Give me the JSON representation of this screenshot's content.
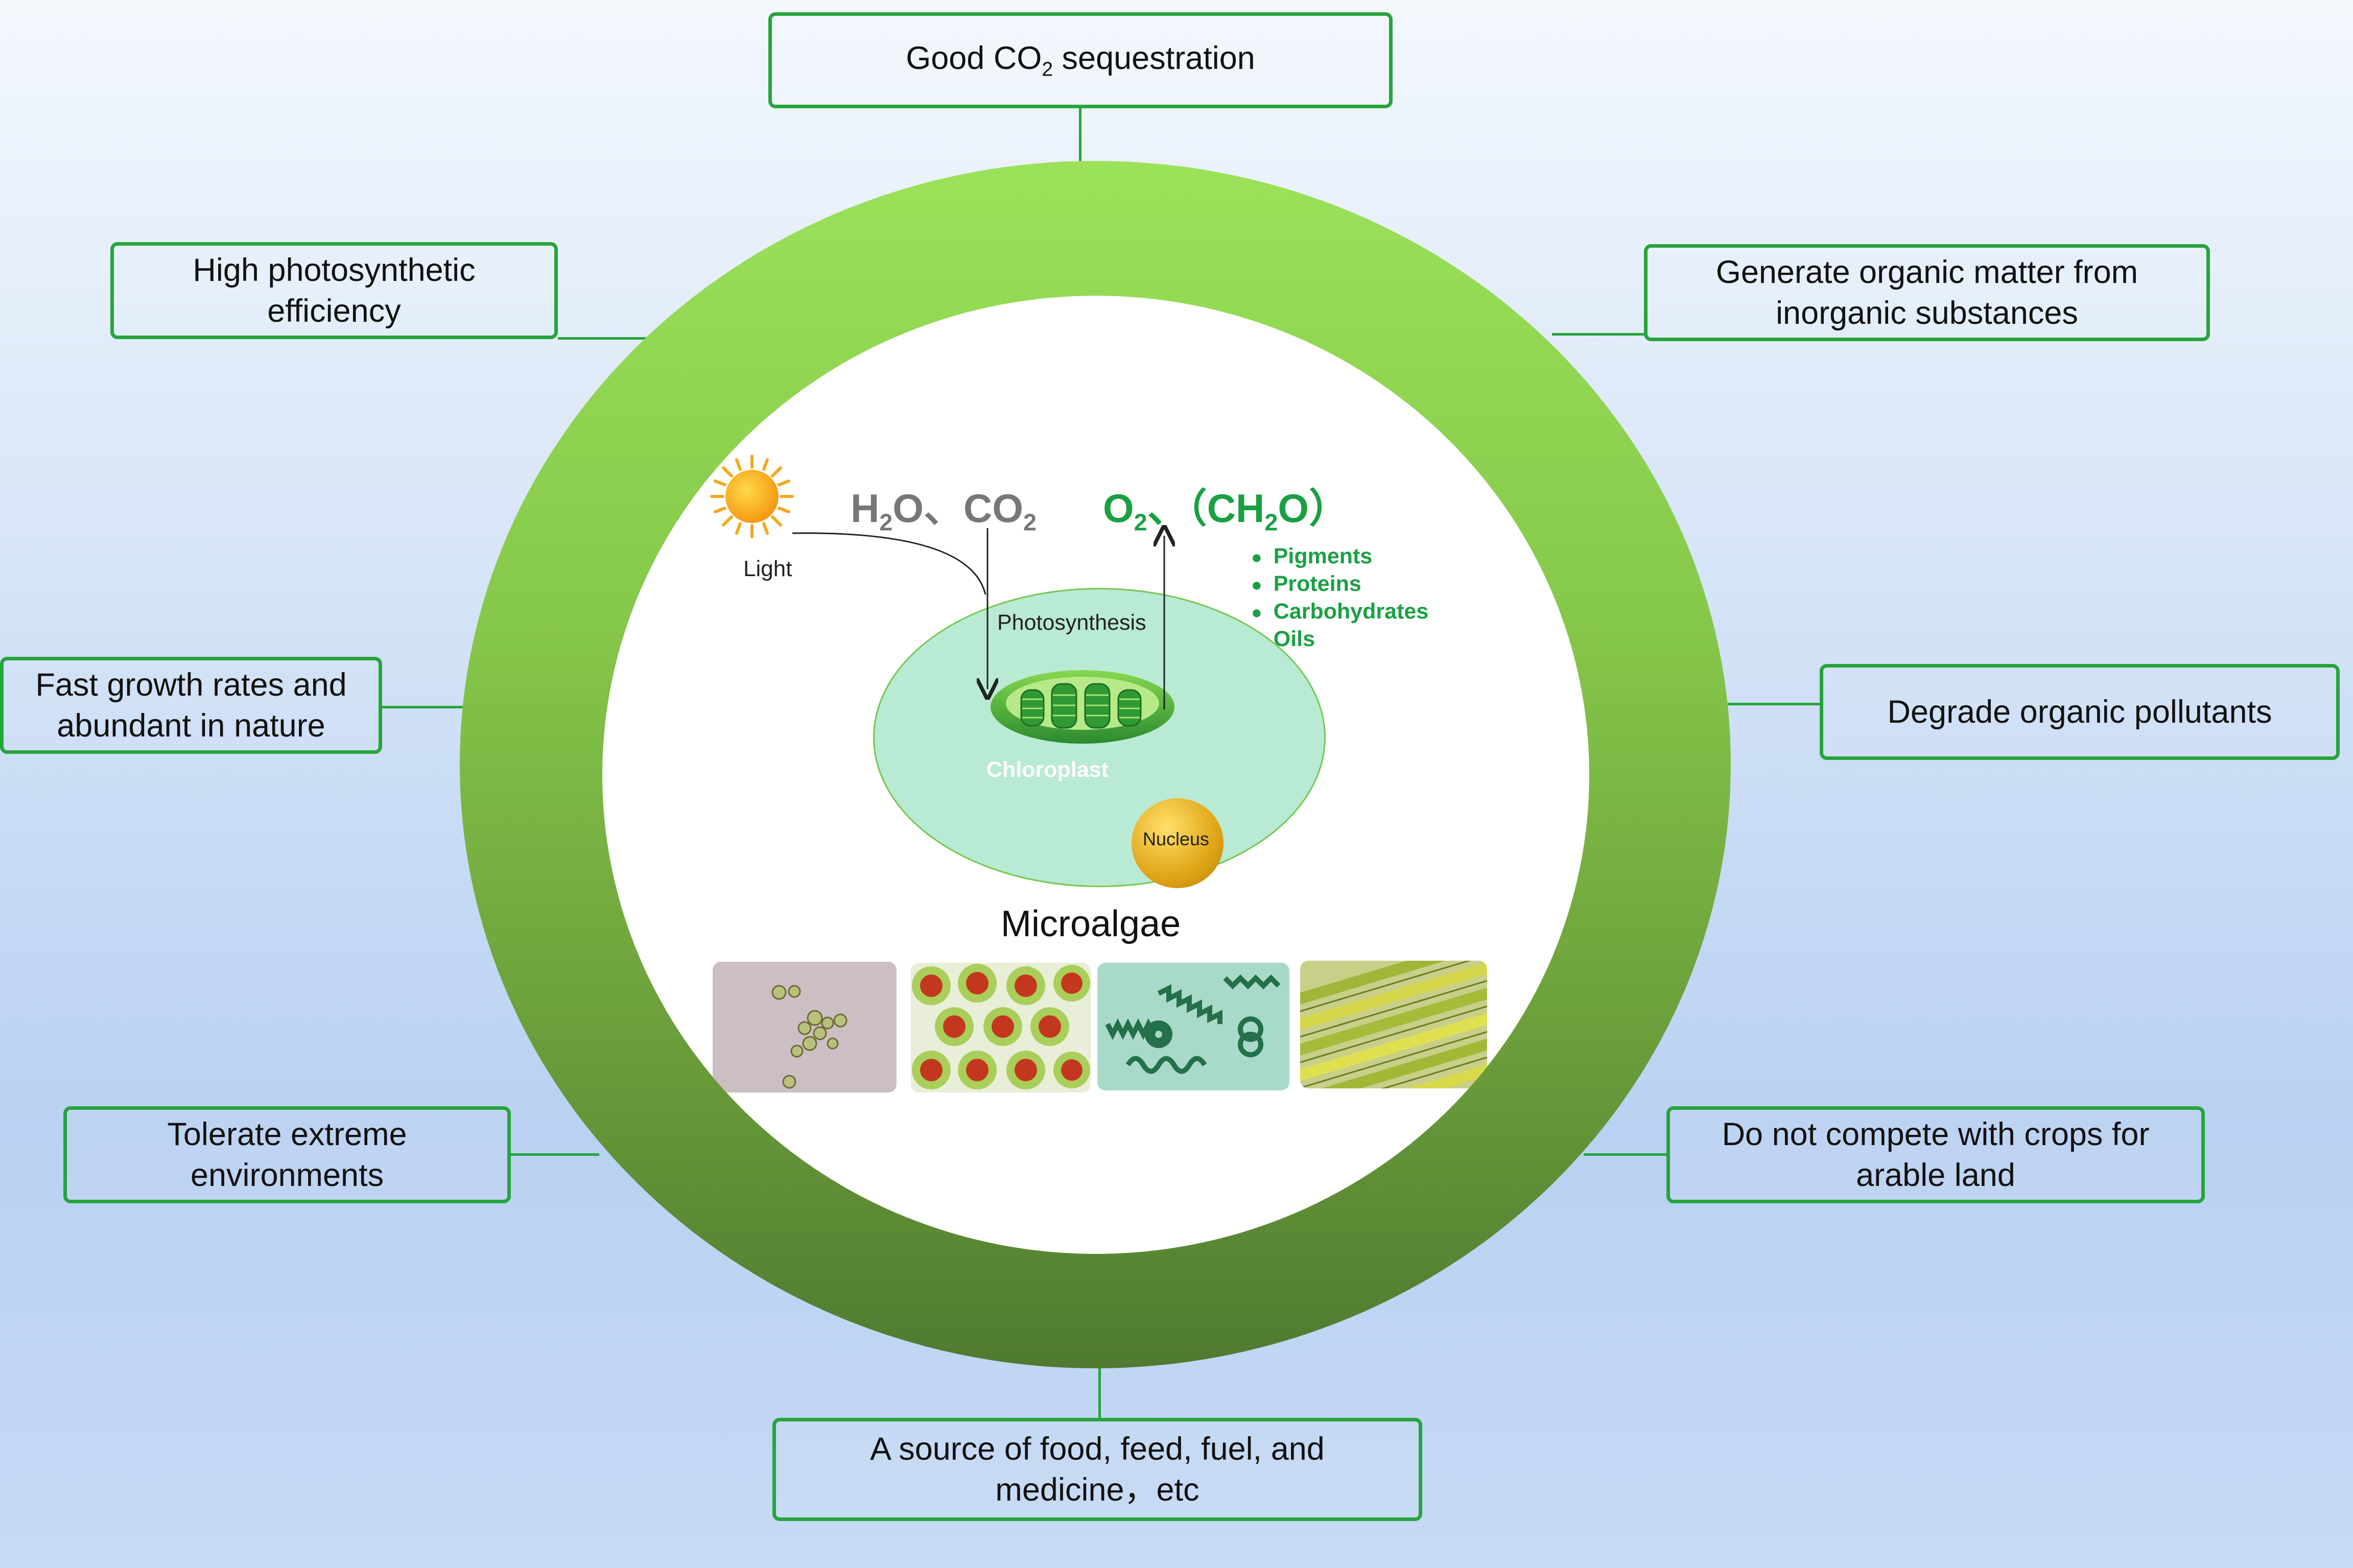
{
  "boxes": {
    "top": {
      "pre": "Good CO",
      "sub": "2",
      "post": " sequestration"
    },
    "top_left": {
      "line1": "High photosynthetic",
      "line2": "efficiency"
    },
    "top_right": {
      "line1": "Generate organic matter from",
      "line2": "inorganic substances"
    },
    "mid_left": {
      "line1": "Fast growth rates and",
      "line2": "abundant in nature"
    },
    "mid_right": {
      "line1": "Degrade organic pollutants"
    },
    "low_left": {
      "line1": "Tolerate extreme",
      "line2": "environments"
    },
    "low_right": {
      "line1": "Do not compete with crops for",
      "line2": "arable land"
    },
    "bottom": {
      "line1": "A source of food, feed, fuel, and",
      "line2": "medicine，etc"
    }
  },
  "center": {
    "light_label": "Light",
    "reactants": {
      "h": "H",
      "h_sub": "2",
      "o": "O、CO",
      "o_sub": "2"
    },
    "products_eq": {
      "o": "O",
      "o_sub": "2",
      "sep": "、",
      "ch": "（CH",
      "ch_sub": "2",
      "ch_end": "O）"
    },
    "products_list": [
      "Pigments",
      "Proteins",
      "Carbohydrates",
      "Oils"
    ],
    "photosynthesis_label": "Photosynthesis",
    "chloroplast_label": "Chloroplast",
    "nucleus_label": "Nucleus",
    "title": "Microalgae"
  },
  "colors": {
    "border_green": "#27a43c",
    "ring_light": "#9be25a",
    "ring_dark": "#4f7a30",
    "cell_fill": "#b9ead3",
    "text_green": "#1aa043"
  }
}
